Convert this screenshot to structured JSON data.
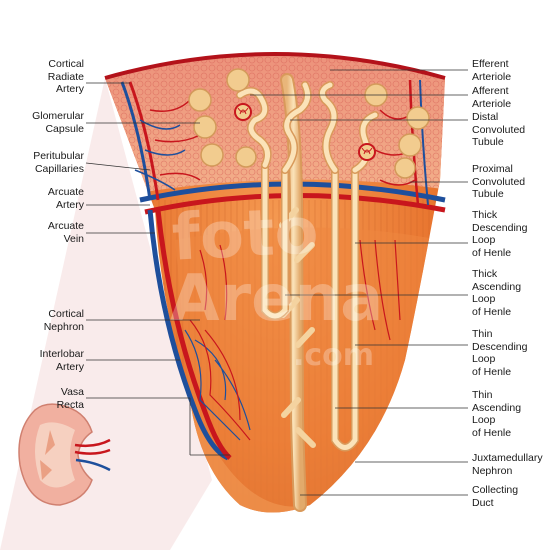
{
  "labels_left": [
    "Cortical\nRadiate\nArtery",
    "Glomerular\nCapsule",
    "Peritubular\nCapillaries",
    "Arcuate\nArtery",
    "Arcuate\nVein",
    "Cortical\nNephron",
    "Interlobar\nArtery",
    "Vasa\nRecta"
  ],
  "labels_right": [
    "Efferent\nArteriole",
    "Afferent\nArteriole",
    "Distal\nConvoluted\nTubule",
    "Proximal\nConvoluted\nTubule",
    "Thick\nDescending\nLoop\nof Henle",
    "Thick\nAscending\nLoop\nof Henle",
    "Thin\nDescending\nLoop\nof Henle",
    "Thin\nAscending\nLoop\nof Henle",
    "Juxtamedullary\nNephron",
    "Collecting\nDuct"
  ],
  "watermark": {
    "line1": "foto",
    "line2": "Arena",
    "line3": ".com"
  },
  "colors": {
    "cortex": "#f0a080",
    "medulla": "#e8742e",
    "artery": "#c8161d",
    "vein": "#1e4f9c",
    "tubule": "#f6d7a4",
    "glomerulus": "#f2cc8f",
    "leader_line": "#333333"
  }
}
